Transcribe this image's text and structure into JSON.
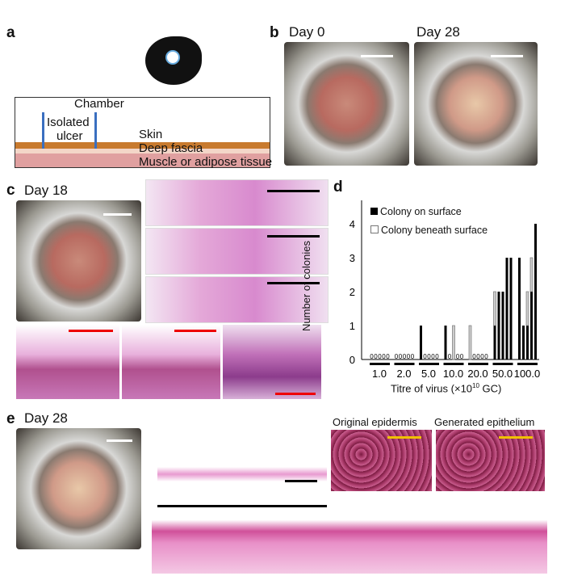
{
  "panels": {
    "a": "a",
    "b": "b",
    "c": "c",
    "d": "d",
    "e": "e"
  },
  "a": {
    "chamber": "Chamber",
    "isolated": "Isolated",
    "ulcer": "ulcer",
    "skin": "Skin",
    "fascia": "Deep fascia",
    "muscle": "Muscle or adipose tissue"
  },
  "b": {
    "day0": "Day 0",
    "day28": "Day 28"
  },
  "c": {
    "day": "Day 18"
  },
  "e": {
    "day": "Day 28",
    "orig": "Original epidermis",
    "gen": "Generated epithelium"
  },
  "chart_data": {
    "type": "bar",
    "ylabel": "Number of colonies",
    "xlabel": "Titre of virus (×10",
    "xlabel_sup": "10",
    "xlabel_end": " GC)",
    "ylim": [
      0,
      4.5
    ],
    "yticks": [
      "0",
      "1",
      "2",
      "3",
      "4"
    ],
    "categories": [
      "1.0",
      "2.0",
      "5.0",
      "10.0",
      "20.0",
      "50.0",
      "100.0"
    ],
    "legend": [
      "Colony on surface",
      "Colony beneath surface"
    ],
    "series": [
      {
        "name": "Colony on surface",
        "values": [
          [
            0,
            0,
            0,
            0,
            0
          ],
          [
            0,
            0,
            0,
            0,
            0
          ],
          [
            1,
            0,
            0,
            0,
            0
          ],
          [
            1,
            0,
            0,
            0,
            0
          ],
          [
            0,
            0,
            0,
            0,
            0
          ],
          [
            1,
            2,
            2,
            3,
            3
          ],
          [
            3,
            1,
            1,
            2,
            4
          ]
        ]
      },
      {
        "name": "Colony beneath surface",
        "values": [
          [
            0,
            0,
            0,
            0,
            0
          ],
          [
            0,
            0,
            0,
            0,
            0
          ],
          [
            0,
            0,
            0,
            0,
            0
          ],
          [
            0,
            0,
            1,
            0,
            0
          ],
          [
            1,
            0,
            0,
            0,
            0
          ],
          [
            1,
            0,
            0,
            0,
            0
          ],
          [
            0,
            0,
            1,
            1,
            0
          ]
        ]
      }
    ],
    "zero_label": "0"
  }
}
